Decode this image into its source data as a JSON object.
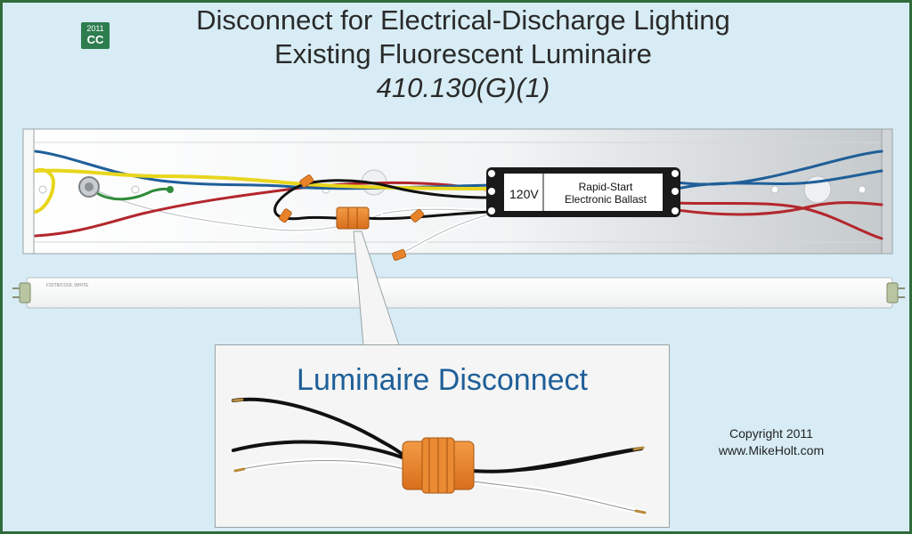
{
  "badge": {
    "year": "2011",
    "code": "CC"
  },
  "title": {
    "line1": "Disconnect for Electrical-Discharge Lighting",
    "line2": "Existing Fluorescent Luminaire",
    "line3": "410.130(G)(1)"
  },
  "ballast": {
    "voltage": "120V",
    "label_line1": "Rapid-Start",
    "label_line2": "Electronic Ballast"
  },
  "tube_label": "F32T8/COOL WHITE",
  "callout": {
    "title": "Luminaire Disconnect"
  },
  "copyright": {
    "line1": "Copyright 2011",
    "line2": "www.MikeHolt.com"
  },
  "colors": {
    "frame": "#2f6b3b",
    "background": "#d7ecf4",
    "connector": "#e8832a",
    "wire_red": "#b3272d",
    "wire_blue": "#1f5f99",
    "wire_yellow": "#e8d61e",
    "wire_green": "#2e8b3a",
    "callout_title": "#1f5f99"
  }
}
